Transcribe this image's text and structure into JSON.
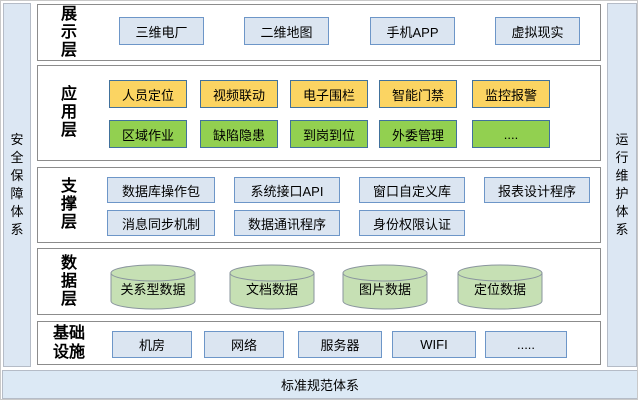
{
  "side": {
    "left": "安全保障体系",
    "right": "运行维护体系",
    "bottom": "标准规范体系"
  },
  "layers": [
    {
      "label": "展示层",
      "items": [
        "三维电厂",
        "二维地图",
        "手机APP",
        "虚拟现实"
      ]
    },
    {
      "label": "应用层",
      "row1": [
        "人员定位",
        "视频联动",
        "电子围栏",
        "智能门禁",
        "监控报警"
      ],
      "row2": [
        "区域作业",
        "缺陷隐患",
        "到岗到位",
        "外委管理",
        "...."
      ]
    },
    {
      "label": "支撑层",
      "row1": [
        "数据库操作包",
        "系统接口API",
        "窗口自定义库",
        "报表设计程序"
      ],
      "row2": [
        "消息同步机制",
        "数据通讯程序",
        "身份权限认证"
      ]
    },
    {
      "label": "数据层",
      "items": [
        "关系型数据",
        "文档数据",
        "图片数据",
        "定位数据"
      ]
    },
    {
      "label": "基础设施",
      "items": [
        "机房",
        "网络",
        "服务器",
        "WIFI",
        "....."
      ]
    }
  ],
  "colors": {
    "light_blue_fill": "#dbe5f1",
    "light_blue_border": "#6d96c8",
    "yellow_fill": "#fbd462",
    "green_fill": "#92d050",
    "colored_item_border": "#41719c",
    "cylinder_fill": "#c6e0b4",
    "cylinder_border": "#8a959e",
    "side_bar_fill": "#dce7f3",
    "bottom_bar_fill": "#dce9f5",
    "layer_border": "#8c8c8c"
  }
}
